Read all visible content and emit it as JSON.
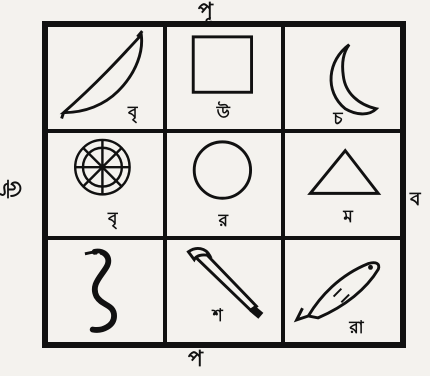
{
  "directions": {
    "north": "পূ",
    "south": "প",
    "west": "উ",
    "east": "ব"
  },
  "cells": [
    {
      "symbol": "bow-icon",
      "label": "বৃ"
    },
    {
      "symbol": "square-icon",
      "label": "উ"
    },
    {
      "symbol": "crescent-moon-icon",
      "label": "চ"
    },
    {
      "symbol": "lotus-icon",
      "label": "বৃ"
    },
    {
      "symbol": "circle-icon",
      "label": "র"
    },
    {
      "symbol": "triangle-icon",
      "label": "ম"
    },
    {
      "symbol": "snake-icon",
      "label": ""
    },
    {
      "symbol": "sword-icon",
      "label": "শ"
    },
    {
      "symbol": "fish-icon",
      "label": "রা"
    }
  ],
  "colors": {
    "ink": "#111111",
    "paper": "#f4f2ee"
  }
}
